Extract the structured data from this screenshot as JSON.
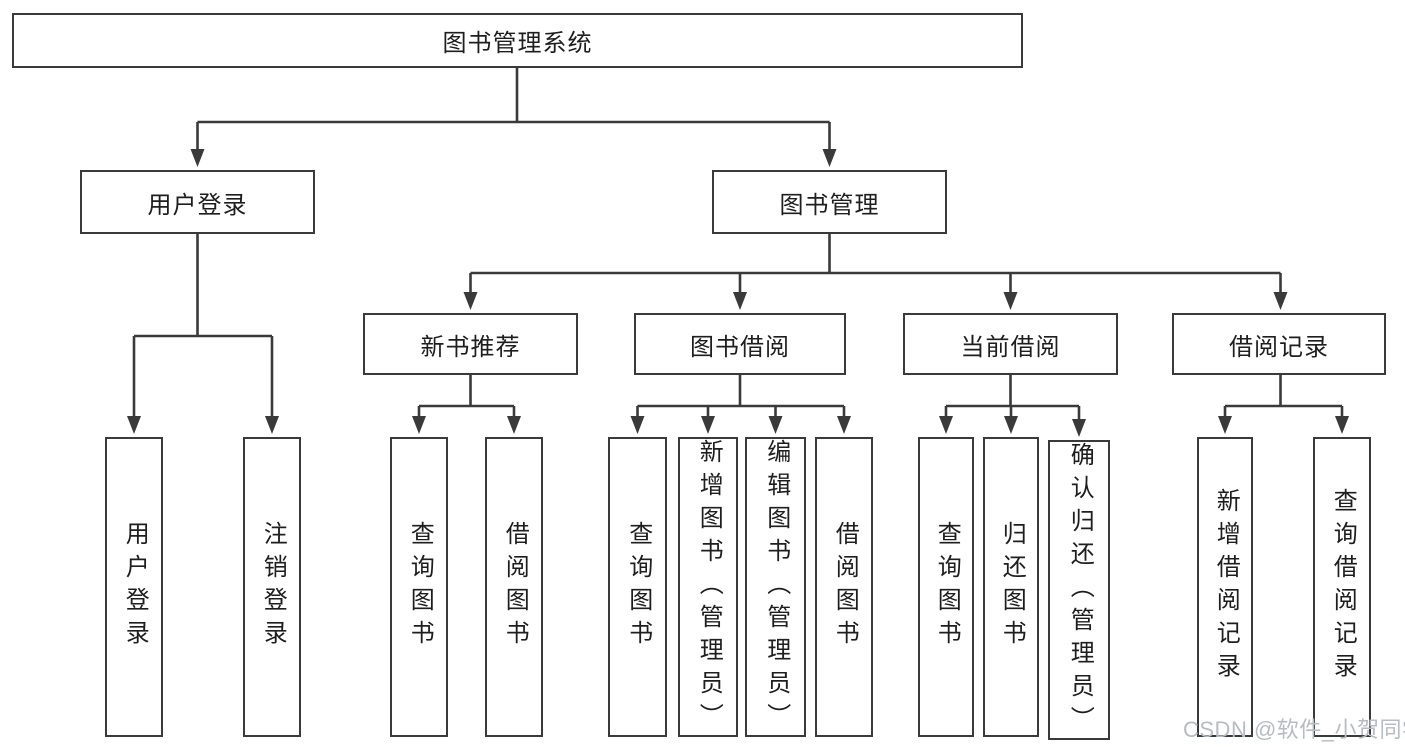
{
  "tree": {
    "root": {
      "label": "图书管理系统",
      "children": [
        {
          "label": "用户登录",
          "children": [
            {
              "label": "用户登录"
            },
            {
              "label": "注销登录"
            }
          ]
        },
        {
          "label": "图书管理",
          "children": [
            {
              "label": "新书推荐",
              "children": [
                {
                  "label": "查询图书"
                },
                {
                  "label": "借阅图书"
                }
              ]
            },
            {
              "label": "图书借阅",
              "children": [
                {
                  "label": "查询图书"
                },
                {
                  "label": "新增图书（管理员）"
                },
                {
                  "label": "编辑图书（管理员）"
                },
                {
                  "label": "借阅图书"
                }
              ]
            },
            {
              "label": "当前借阅",
              "children": [
                {
                  "label": "查询图书"
                },
                {
                  "label": "归还图书"
                },
                {
                  "label": "确认归还（管理员）"
                }
              ]
            },
            {
              "label": "借阅记录",
              "children": [
                {
                  "label": "新增借阅记录"
                },
                {
                  "label": "查询借阅记录"
                }
              ]
            }
          ]
        }
      ]
    }
  },
  "watermark": {
    "text": "CSDN @软件_小贺同学"
  },
  "colors": {
    "background": "#ffffff",
    "line": "#3a3a3a",
    "text": "#1e1e1e",
    "watermark": "#b7bcc2"
  }
}
